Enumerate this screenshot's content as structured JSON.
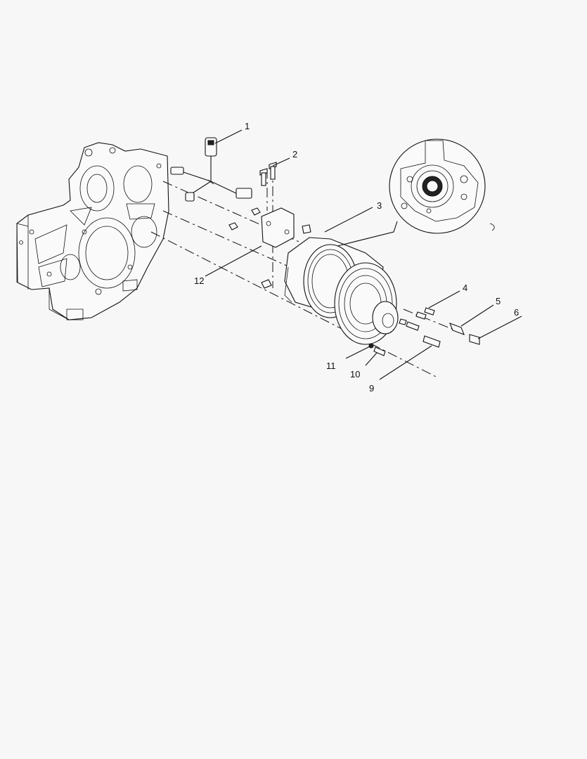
{
  "callouts": [
    {
      "id": "1",
      "label": "1"
    },
    {
      "id": "2",
      "label": "2"
    },
    {
      "id": "3",
      "label": "3"
    },
    {
      "id": "4",
      "label": "4"
    },
    {
      "id": "5",
      "label": "5"
    },
    {
      "id": "6",
      "label": "6"
    },
    {
      "id": "9",
      "label": "9"
    },
    {
      "id": "10",
      "label": "10"
    },
    {
      "id": "11",
      "label": "11"
    },
    {
      "id": "12",
      "label": "12"
    }
  ],
  "colors": {
    "background": "#f7f7f7",
    "ink": "#111111"
  }
}
